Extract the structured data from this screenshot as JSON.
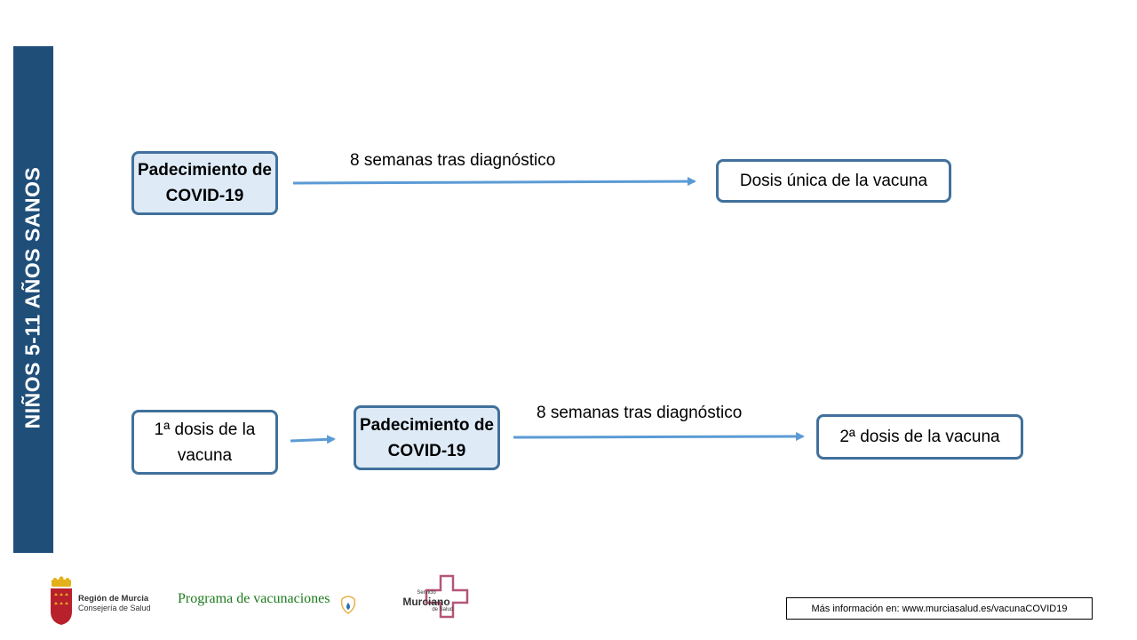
{
  "sidebar": {
    "title": "NIÑOS 5-11 AÑOS SANOS"
  },
  "row1": {
    "start_box": "Padecimiento de COVID-19",
    "arrow_label": "8 semanas tras diagnóstico",
    "end_box": "Dosis única de la vacuna"
  },
  "row2": {
    "first_box": "1ª dosis de la vacuna",
    "middle_box": "Padecimiento de COVID-19",
    "arrow_label": "8 semanas tras diagnóstico",
    "end_box": "2ª dosis de la vacuna"
  },
  "footer": {
    "region_name": "Región de Murcia",
    "region_dept": "Consejería de Salud",
    "programa": "Programa  de vacunaciones",
    "sms_top": "Servicio",
    "sms_main": "Murciano",
    "sms_bottom": "de Salud",
    "info": "Más información en: www.murciasalud.es/vacunaCOVID19"
  },
  "colors": {
    "sidebar": "#1f4e79",
    "box_border": "#41719c",
    "box_fill": "#deebf7",
    "arrow": "#5b9bd5"
  }
}
